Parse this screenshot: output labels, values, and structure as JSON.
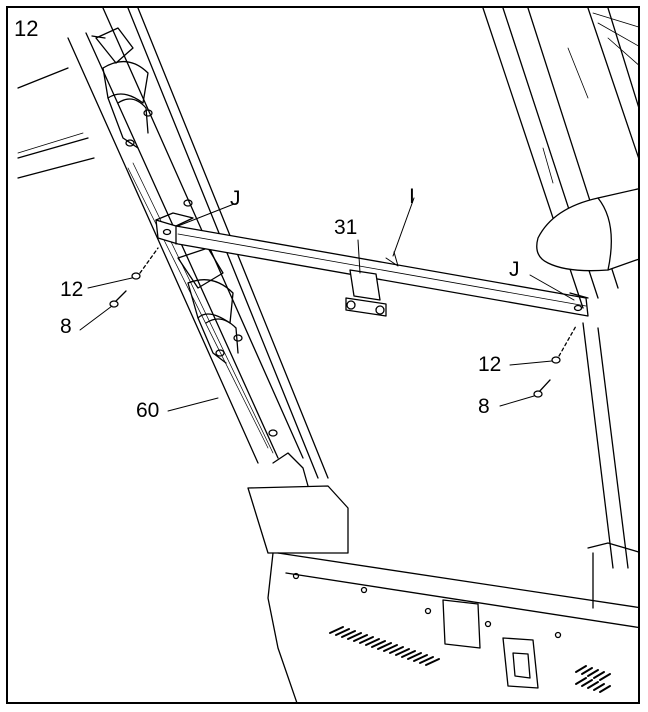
{
  "step_number": "12",
  "labels": {
    "crossbar": "I",
    "bracket_left": "J",
    "bracket_right": "J",
    "part_31": "31",
    "washer_left": "12",
    "washer_right": "12",
    "bolt_left": "8",
    "bolt_right": "8",
    "upright_left": "60"
  },
  "colors": {
    "line": "#000000",
    "background": "#ffffff"
  }
}
